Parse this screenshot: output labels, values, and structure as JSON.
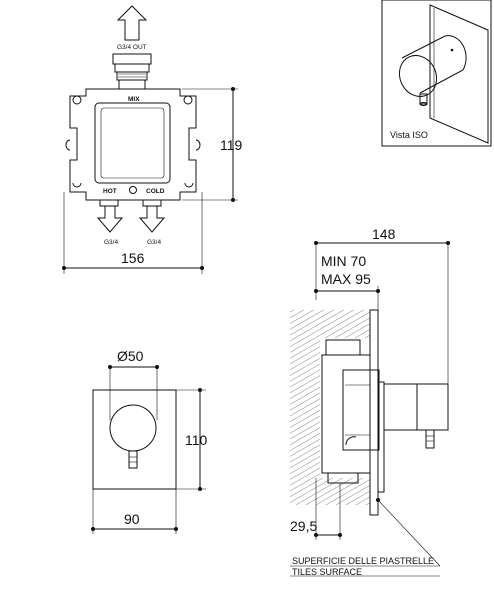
{
  "iso_view": {
    "caption": "Vista ISO"
  },
  "top_view": {
    "outlet_label": "G3/4 OUT",
    "mix_label": "MIX",
    "hot_label": "HOT",
    "cold_label": "COLD",
    "hot_inlet_label": "G3/4",
    "cold_inlet_label": "G3/4",
    "height_dim": "119",
    "width_dim": "156"
  },
  "front_view": {
    "diameter_dim": "Ø50",
    "height_dim": "110",
    "width_dim": "90"
  },
  "side_view": {
    "overall_dim": "148",
    "min_label": "MIN 70",
    "max_label": "MAX 95",
    "offset_dim": "29,5",
    "tiles_label_it": "SUPERFICIE DELLE PIASTRELLE",
    "tiles_label_en": "TILES SURFACE"
  }
}
